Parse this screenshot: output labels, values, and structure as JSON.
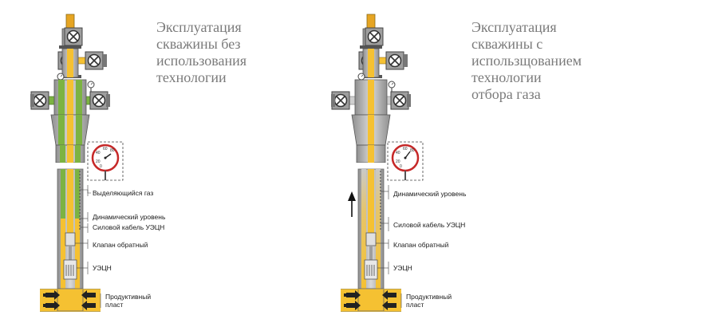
{
  "diagram": {
    "left": {
      "title": "Эксплуатация\nскважины без\nиспользования\nтехнологии",
      "labels": {
        "gas": "Выделяющийся газ",
        "dynamic_level": "Динамический уровень",
        "cable": "Силовой кабель УЭЦН",
        "valve": "Клапан обратный",
        "pump": "УЭЦН",
        "reservoir_1": "Продуктивный",
        "reservoir_2": "пласт"
      }
    },
    "right": {
      "title": "Эксплуатация\nскважины с\nиспользщованием\nтехнологии\nотбора газа",
      "labels": {
        "dynamic_level": "Динамический уровень",
        "cable": "Силовой кабель УЭЦН",
        "valve": "Клапан обратный",
        "pump": "УЭЦН",
        "reservoir_1": "Продуктивный",
        "reservoir_2": "пласт"
      }
    },
    "gauge_ticks": [
      "20",
      "40",
      "60",
      "80",
      "0"
    ],
    "colors": {
      "oil": "#f5c132",
      "gas": "#7cb342",
      "steel": "#bdbdbd",
      "steel_dark": "#6e6e6e",
      "gauge_ring": "#c62828"
    }
  }
}
